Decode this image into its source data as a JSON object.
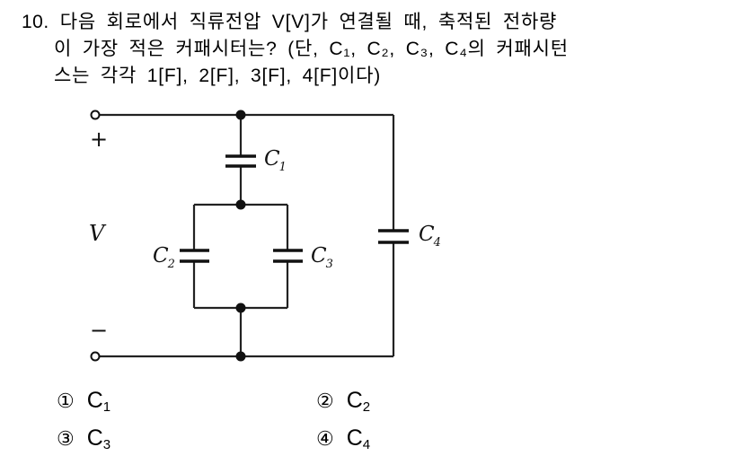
{
  "question": {
    "number": "10.",
    "lines": [
      "다음 회로에서 직류전압 V[V]가 연결될 때, 축적된 전하량",
      "이 가장 적은 커패시터는? (단, C₁, C₂, C₃, C₄의 커패시턴",
      "스는 각각 1[F], 2[F], 3[F], 4[F]이다)"
    ]
  },
  "circuit": {
    "source_label": "V",
    "positive_label": "+",
    "negative_label": "−",
    "capacitors": [
      {
        "name": "C",
        "sub": "1"
      },
      {
        "name": "C",
        "sub": "2"
      },
      {
        "name": "C",
        "sub": "3"
      },
      {
        "name": "C",
        "sub": "4"
      }
    ]
  },
  "options": [
    {
      "num": "①",
      "letter": "C",
      "sub": "1"
    },
    {
      "num": "②",
      "letter": "C",
      "sub": "2"
    },
    {
      "num": "③",
      "letter": "C",
      "sub": "3"
    },
    {
      "num": "④",
      "letter": "C",
      "sub": "4"
    }
  ],
  "colors": {
    "background": "#ffffff",
    "ink": "#000000",
    "wire": "#222222"
  }
}
